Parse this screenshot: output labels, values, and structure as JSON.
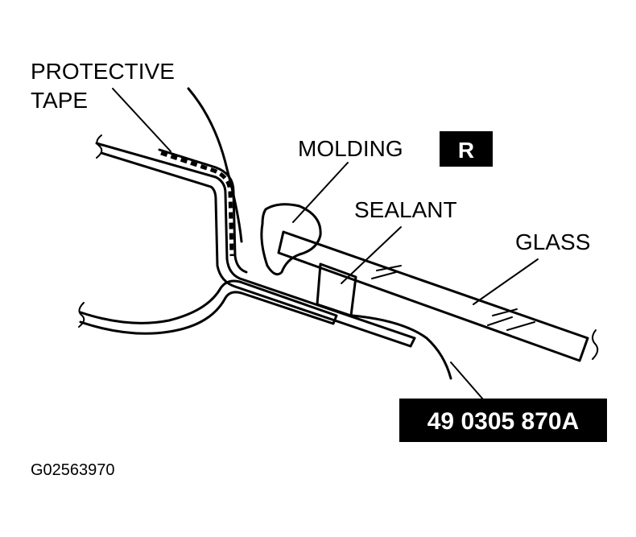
{
  "labels": {
    "protective_tape_line1": "PROTECTIVE",
    "protective_tape_line2": "TAPE",
    "molding": "MOLDING",
    "sealant": "SEALANT",
    "glass": "GLASS",
    "view_badge": "R",
    "part_number": "49 0305 870A",
    "figure_code": "G02563970"
  },
  "colors": {
    "ink": "#000000",
    "background": "#ffffff"
  }
}
